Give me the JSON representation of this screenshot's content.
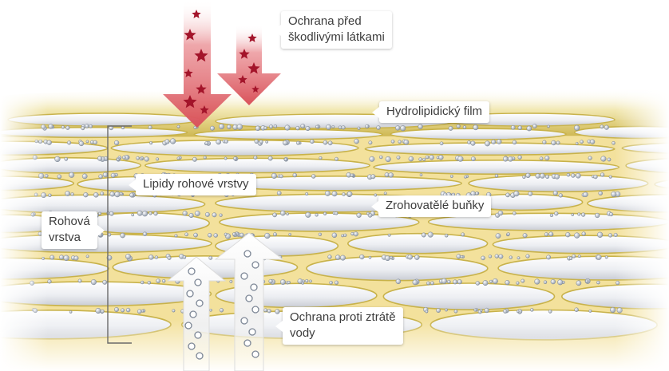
{
  "labels": {
    "protection_harmful_line1": "Ochrana před",
    "protection_harmful_line2": "škodlivými látkami",
    "hydrolipid_film": "Hydrolipidický film",
    "lipids": "Lipidy rohové vrstvy",
    "corneocytes": "Zrohovatělé buňky",
    "horny_layer_line1": "Rohová",
    "horny_layer_line2": "vrstva",
    "water_loss_line1": "Ochrana proti ztrátě",
    "water_loss_line2": "vody"
  },
  "colors": {
    "harmful_arrow": "#d9525a",
    "harmful_star": "#a3142a",
    "water_arrow": "#f2f2f2",
    "lipid_yellow": "#e8cf4a",
    "film_gold": "#d8c25a",
    "cell_white": "#f3f4f7",
    "label_text": "#3c3c3c"
  }
}
